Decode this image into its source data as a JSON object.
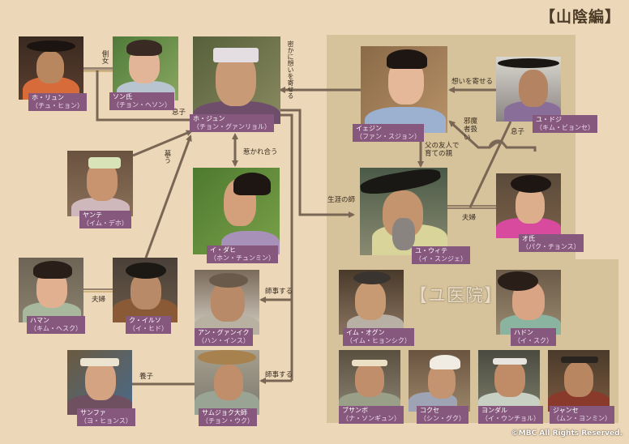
{
  "title": "【山陰編】",
  "group_label": "【ユ医院】",
  "copyright": "©MBC All Rights Reserved.",
  "colors": {
    "background": "#ecd7b8",
    "panel": "#d6c29b",
    "namebox": "#87587e",
    "line": "#7a6654",
    "title": "#4a3a26"
  },
  "characters": {
    "ho_ryun": {
      "role": "ホ・リュン",
      "actor": "（チュ・ヒョン）"
    },
    "son_shi": {
      "role": "ソン氏",
      "actor": "（チョン・ヘソン）"
    },
    "ho_jun": {
      "role": "ホ・ジュン",
      "actor": "（チョン・グァンリョル）"
    },
    "yangte": {
      "role": "ヤンテ",
      "actor": "（イム・デホ）"
    },
    "i_dahi": {
      "role": "イ・ダヒ",
      "actor": "（ホン・チュンミン）"
    },
    "haman": {
      "role": "ハマン",
      "actor": "（キム・ヘスク）"
    },
    "ku_ilso": {
      "role": "ク・イルソ",
      "actor": "（イ・ヒド）"
    },
    "an_gwanik": {
      "role": "アン・グァンイク",
      "actor": "（ハン・インス）"
    },
    "sanfa": {
      "role": "サンファ",
      "actor": "（ヨ・ヒョンス）"
    },
    "samjok": {
      "role": "サムジョク大師",
      "actor": "（チョン・ウク）"
    },
    "yejin": {
      "role": "イェジン",
      "actor": "（ファン・スジョン）"
    },
    "yu_doji": {
      "role": "ユ・ドジ",
      "actor": "（キム・ビョンセ）"
    },
    "yu_uite": {
      "role": "ユ・ウィテ",
      "actor": "（イ・スンジェ）"
    },
    "o_shi": {
      "role": "オ氏",
      "actor": "（パク・チョンス）"
    },
    "im_ogun": {
      "role": "イム・オグン",
      "actor": "（イム・ヒョンシク）"
    },
    "hadon": {
      "role": "ハドン",
      "actor": "（イ・スク）"
    },
    "busanbo": {
      "role": "ブサンボ",
      "actor": "（ナ・ソンギュン）"
    },
    "kokuse": {
      "role": "コクセ",
      "actor": "（シン・グク）"
    },
    "yondal": {
      "role": "ヨンダル",
      "actor": "（イ・ウンチョル）"
    },
    "jangse": {
      "role": "ジャンセ",
      "actor": "（ムン・ヨンミン）"
    }
  },
  "relations": {
    "concubine": "側女",
    "son1": "息子",
    "secret_love": "密かに想いを寄せる",
    "admire": "慕う",
    "attracted": "惹かれ合う",
    "love": "想いを寄せる",
    "nuisance": "邪魔者扱い",
    "son2": "息子",
    "foster": "父の友人で育ての親",
    "mentor": "生涯の師",
    "couple1": "夫婦",
    "couple2": "夫婦",
    "apprentice1": "師事する",
    "apprentice2": "師事する",
    "adopted": "養子"
  }
}
